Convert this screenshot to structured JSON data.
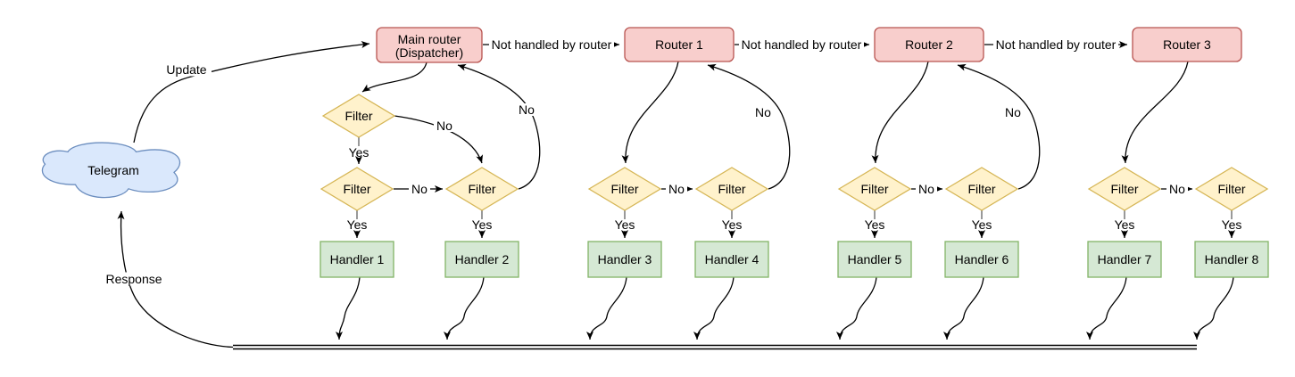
{
  "colors": {
    "background": "#ffffff",
    "edge_color": "#000000",
    "stub_color": "#999999",
    "text_color": "#000000",
    "router_fill": "#f8cecc",
    "router_stroke": "#b85450",
    "filter_fill": "#fff2cc",
    "filter_stroke": "#d6b656",
    "handler_fill": "#d5e8d4",
    "handler_stroke": "#82b366",
    "cloud_fill": "#dae8fc",
    "cloud_stroke": "#6c8ebf"
  },
  "labels": {
    "telegram": "Telegram",
    "update": "Update",
    "response": "Response",
    "yes": "Yes",
    "no": "No",
    "not_handled": "Not handled by router",
    "filter": "Filter"
  },
  "nodes": {
    "main_router_line1": "Main router",
    "main_router_line2": "(Dispatcher)",
    "routers": [
      "Router 1",
      "Router 2",
      "Router 3"
    ],
    "handlers": [
      "Handler 1",
      "Handler 2",
      "Handler 3",
      "Handler 4",
      "Handler 5",
      "Handler 6",
      "Handler 7",
      "Handler 8"
    ]
  }
}
